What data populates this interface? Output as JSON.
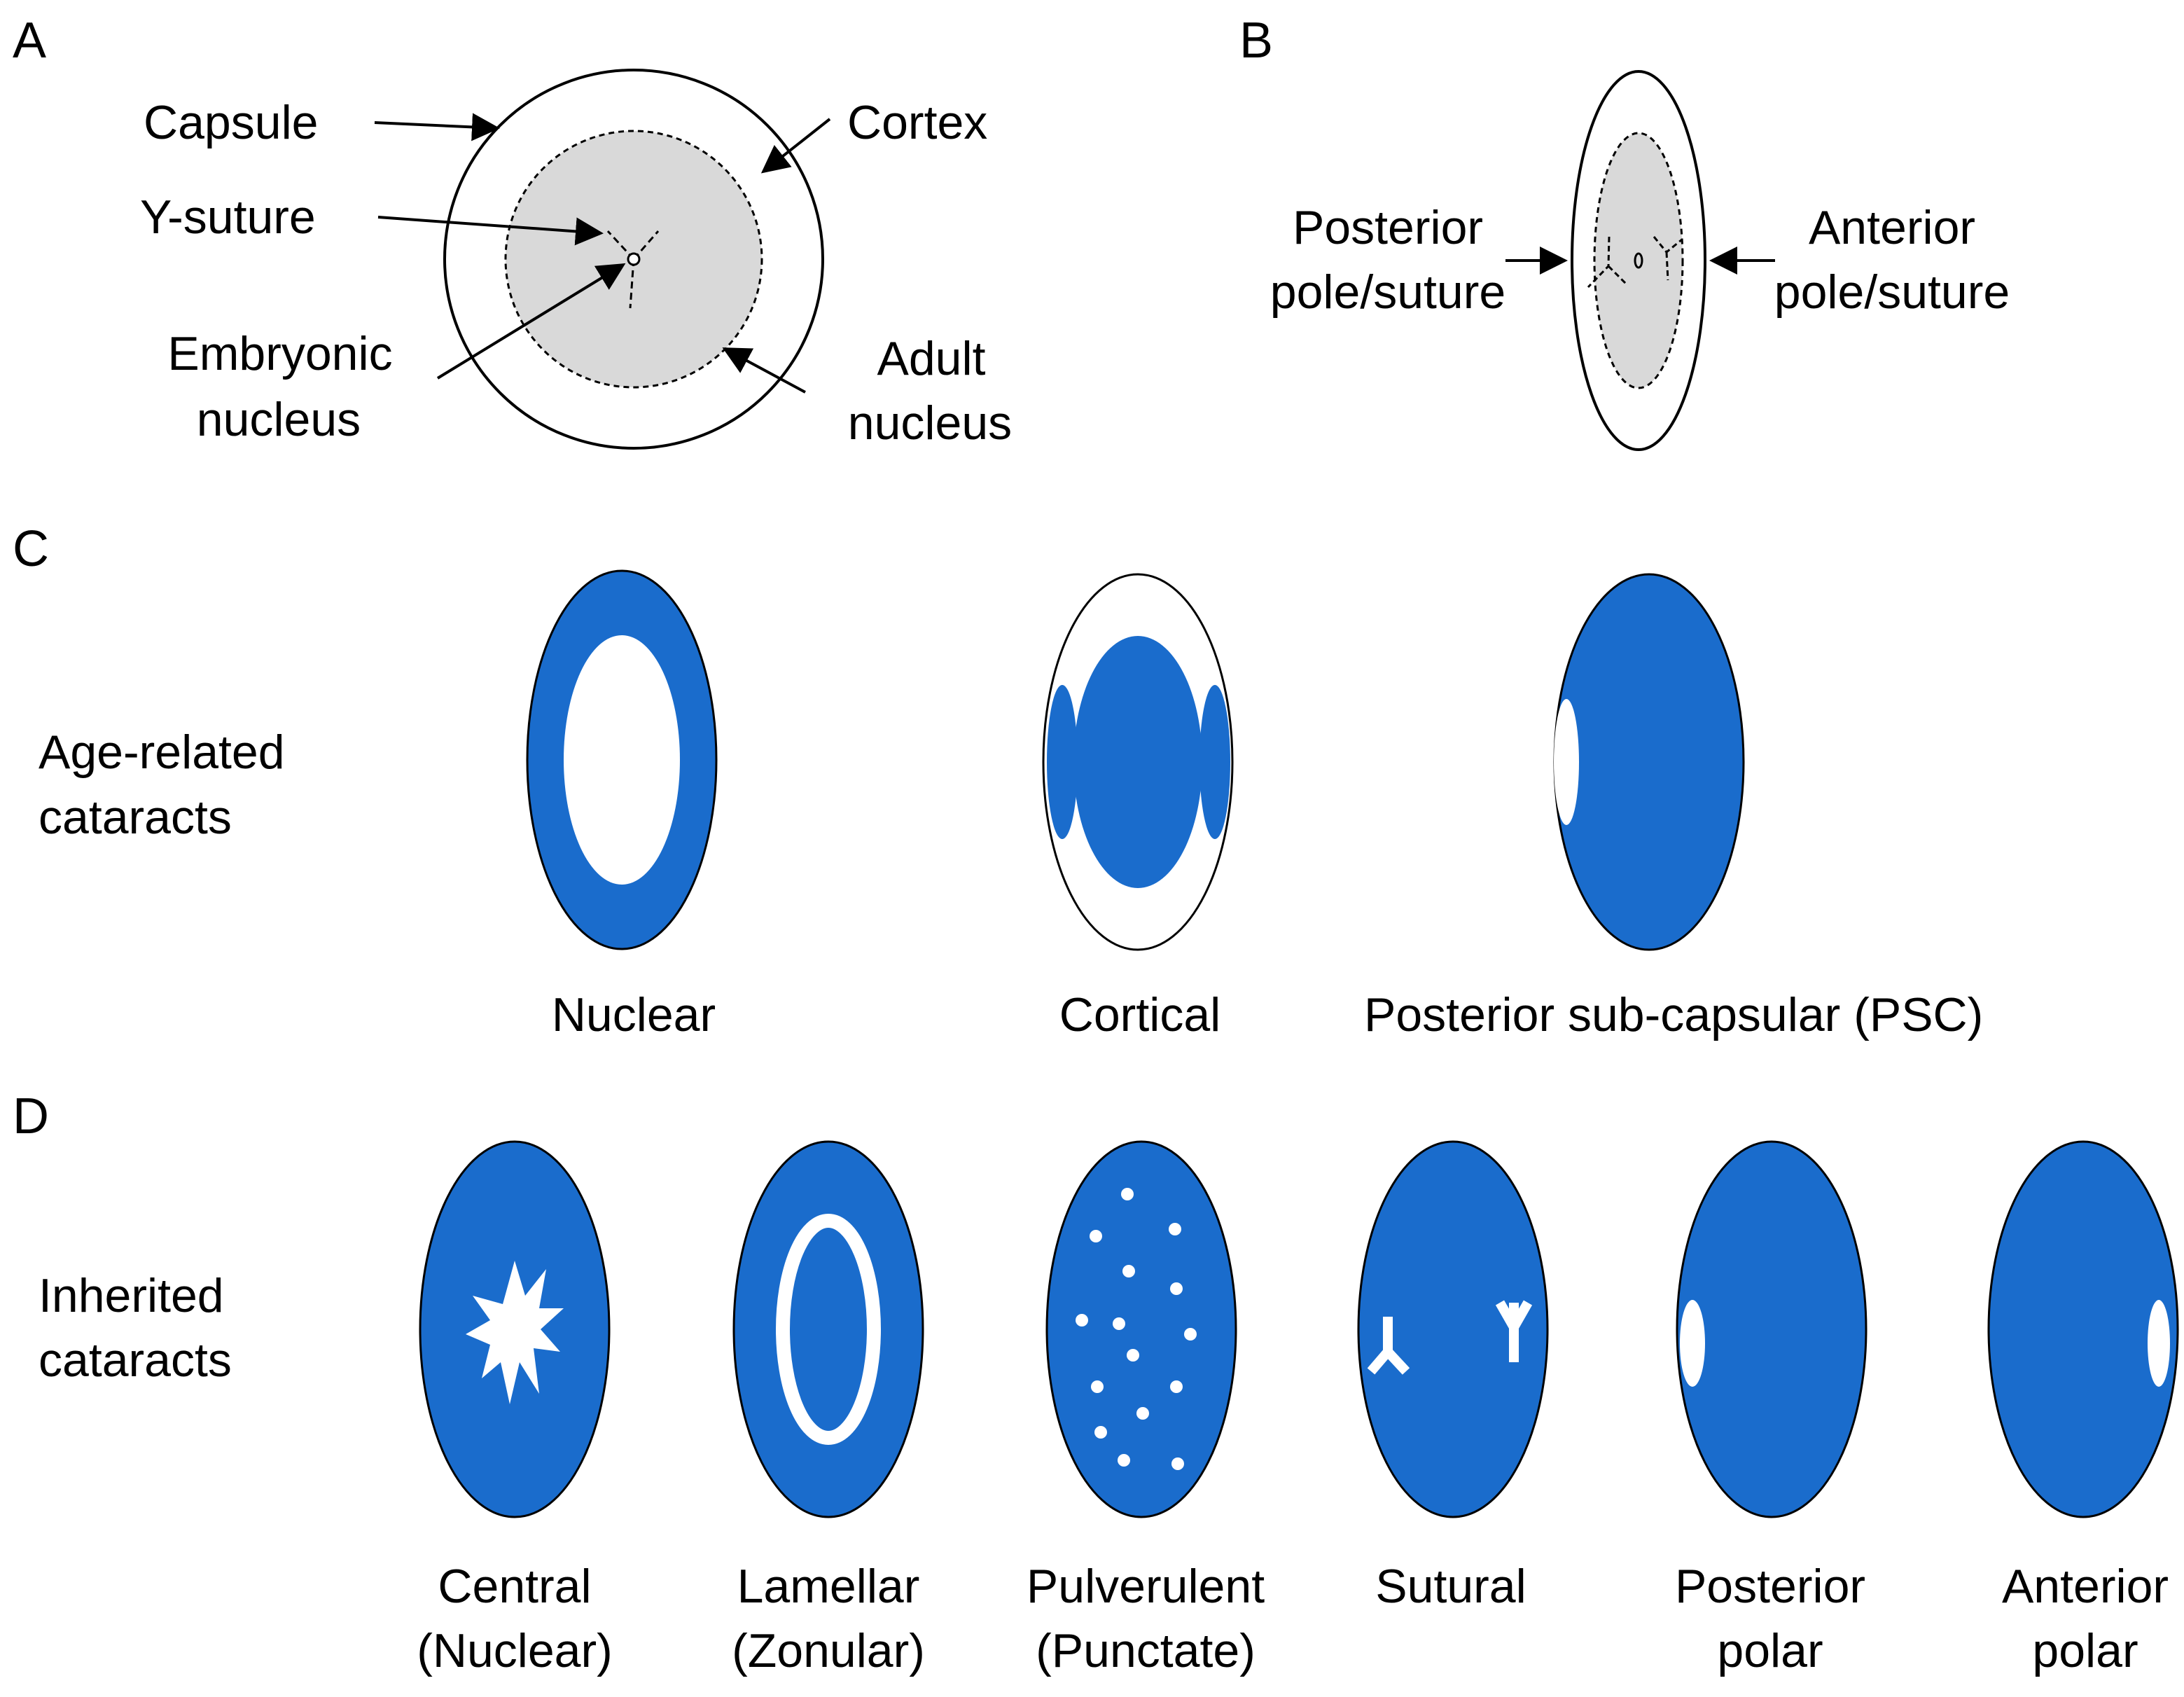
{
  "colors": {
    "blue": "#1a6ccc",
    "nucleus_gray": "#d9d9d9",
    "outline": "#000000"
  },
  "panel_a": {
    "letter": "A",
    "capsule": "Capsule",
    "cortex": "Cortex",
    "y_suture": "Y-suture",
    "embryonic_1": "Embryonic",
    "embryonic_2": "nucleus",
    "adult_1": "Adult",
    "adult_2": "nucleus"
  },
  "panel_b": {
    "letter": "B",
    "posterior_1": "Posterior",
    "posterior_2": "pole/suture",
    "anterior_1": "Anterior",
    "anterior_2": "pole/suture"
  },
  "panel_c": {
    "letter": "C",
    "row_label_1": "Age-related",
    "row_label_2": "cataracts",
    "types": [
      "Nuclear",
      "Cortical",
      "Posterior sub-capsular  (PSC)"
    ]
  },
  "panel_d": {
    "letter": "D",
    "row_label_1": "Inherited",
    "row_label_2": "cataracts",
    "types": [
      {
        "line1": "Central",
        "line2": "(Nuclear)"
      },
      {
        "line1": "Lamellar",
        "line2": "(Zonular)"
      },
      {
        "line1": "Pulverulent",
        "line2": "(Punctate)"
      },
      {
        "line1": "Sutural",
        "line2": ""
      },
      {
        "line1": "Posterior",
        "line2": "polar"
      },
      {
        "line1": "Anterior",
        "line2": "polar"
      }
    ]
  }
}
